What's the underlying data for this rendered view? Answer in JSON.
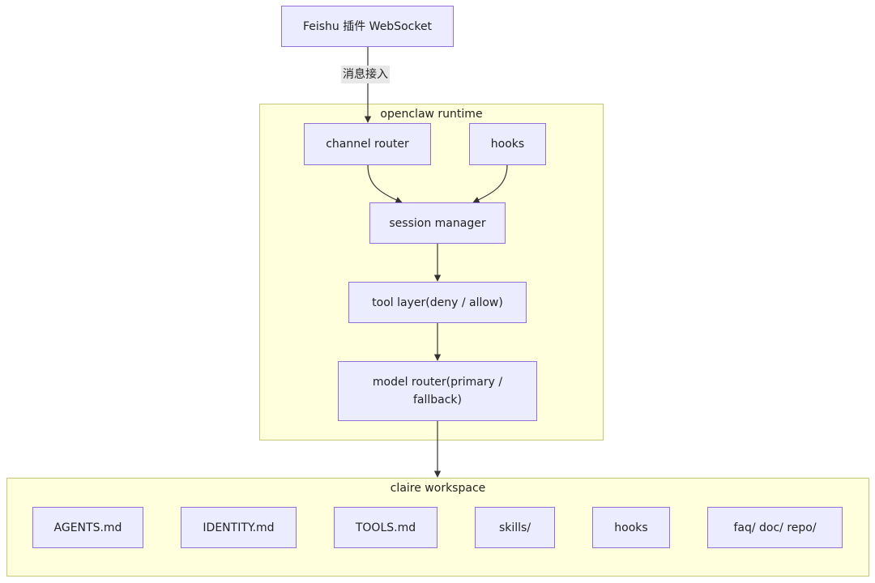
{
  "diagram": {
    "top_node": "Feishu 插件 WebSocket",
    "edge_label": "消息接入",
    "runtime": {
      "title": "openclaw runtime",
      "channel_router": "channel router",
      "hooks": "hooks",
      "session_manager": "session manager",
      "tool_layer": "tool layer(deny / allow)",
      "model_router": "model router(primary / fallback)"
    },
    "workspace": {
      "title": "claire workspace",
      "items": [
        "AGENTS.md",
        "IDENTITY.md",
        "TOOLS.md",
        "skills/",
        "hooks",
        "faq/ doc/ repo/"
      ]
    }
  }
}
